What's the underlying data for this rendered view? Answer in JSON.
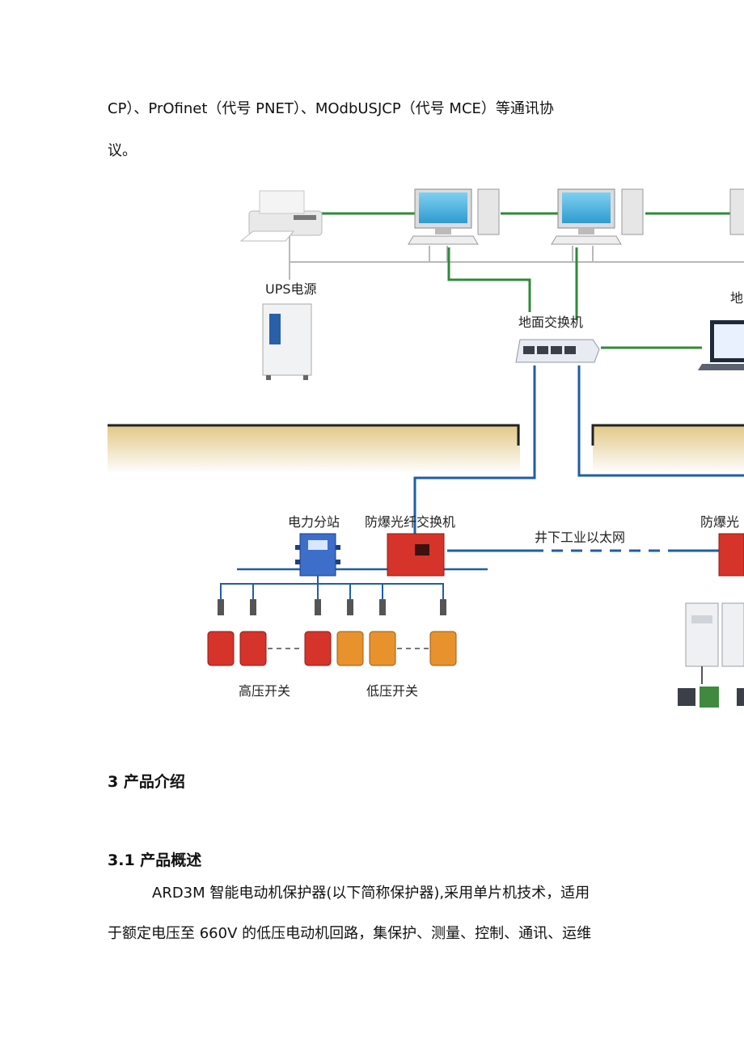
{
  "text": {
    "line1": "CP）、PrOfinet（代号 PNET）、MOdbUSJCP（代号 MCE）等通讯协",
    "line2": "议。"
  },
  "diagram": {
    "labels": {
      "ups": "UPS电源",
      "ground_switch": "地面交换机",
      "ground_partial": "地",
      "power_substation": "电力分站",
      "explosion_proof_fiber_switch": "防爆光纤交换机",
      "explosion_proof_partial": "防爆光",
      "underground_ethernet": "井下工业以太网",
      "high_voltage_switch": "高压开关",
      "low_voltage_switch": "低压开关"
    },
    "colors": {
      "green_link": "#2f8a3a",
      "blue_link": "#1f5ea8",
      "gray_link": "#b9b9b9",
      "gold_band": "#e6cf8e",
      "red_device": "#d6332a",
      "orange_device": "#e8922e"
    }
  },
  "section3": {
    "heading": "3 产品介绍",
    "sub_heading": "3.1   产品概述",
    "para_line1": "ARD3M 智能电动机保护器(以下简称保护器),采用单片机技术，适用",
    "para_line2": "于额定电压至 660V 的低压电动机回路，集保护、测量、控制、通讯、运维"
  }
}
